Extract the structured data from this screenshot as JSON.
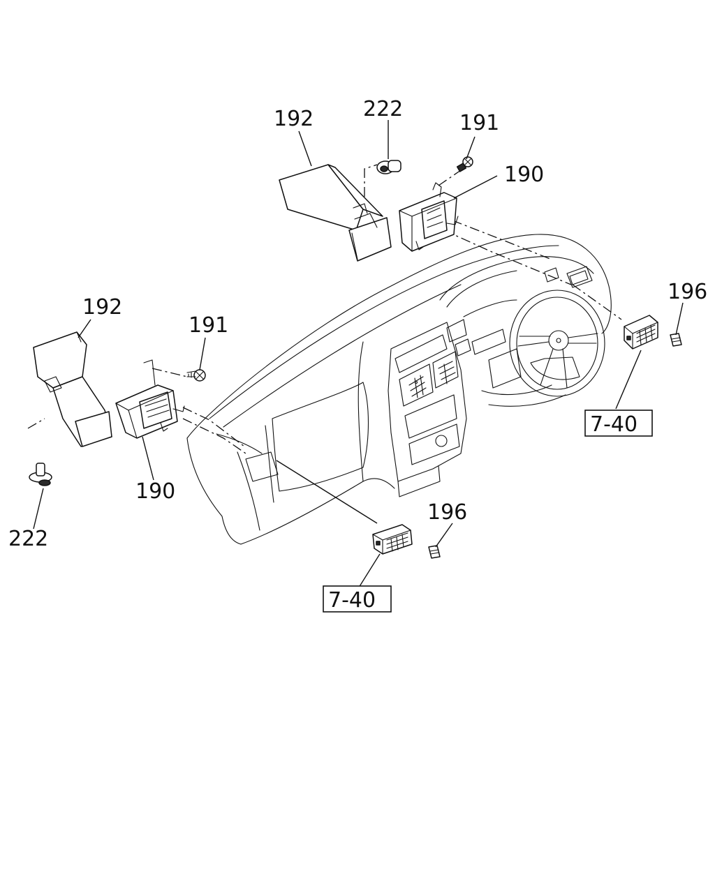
{
  "diagram": {
    "part_labels": {
      "duct_upper": "192",
      "clip_upper": "222",
      "screw_upper": "191",
      "vent_upper": "190",
      "cap_right": "196",
      "ref_right": "7-40",
      "duct_left": "192",
      "screw_left": "191",
      "vent_left": "190",
      "clip_left": "222",
      "cap_lower": "196",
      "ref_lower": "7-40"
    }
  }
}
